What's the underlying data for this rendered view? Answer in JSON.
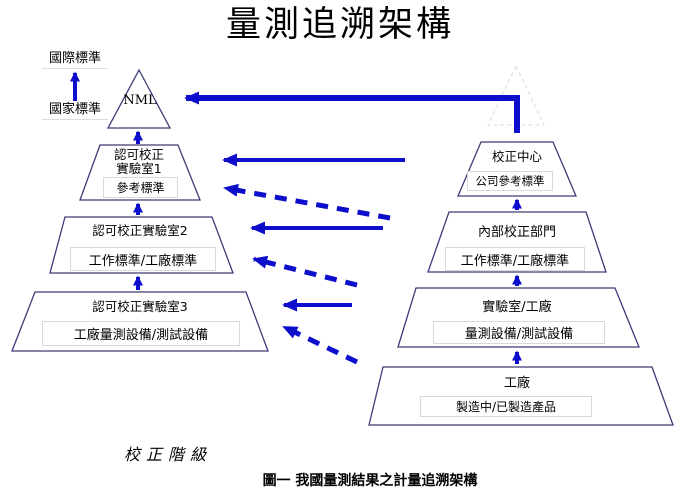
{
  "page": {
    "title": "量測追溯架構",
    "caption": "圖一 我國量測結果之計量追溯架構",
    "hierarchy_axis_label": "校正階級"
  },
  "standards": {
    "international": "國際標準",
    "national": "國家標準"
  },
  "left_pyramid": {
    "apex_label": "NML",
    "levels": [
      {
        "name_lines": [
          "認可校正",
          "實驗室1"
        ],
        "box": "參考標準"
      },
      {
        "name_lines": [
          "認可校正實驗室2"
        ],
        "box": "工作標準/工廠標準"
      },
      {
        "name_lines": [
          "認可校正實驗室3"
        ],
        "box": "工廠量測設備/測試設備"
      }
    ]
  },
  "right_pyramid": {
    "levels": [
      {
        "name": "校正中心",
        "box": "公司參考標準"
      },
      {
        "name": "內部校正部門",
        "box": "工作標準/工廠標準"
      },
      {
        "name": "實驗室/工廠",
        "box": "量測設備/測試設備"
      },
      {
        "name": "工廠",
        "box": "製造中/已製造產品"
      }
    ]
  },
  "colors": {
    "arrow_blue": "#0d0dcc",
    "shape_border": "#3c3c78",
    "inner_box_border": "#d9d9d9",
    "dashed_triangle_border": "#e2e2e2"
  }
}
